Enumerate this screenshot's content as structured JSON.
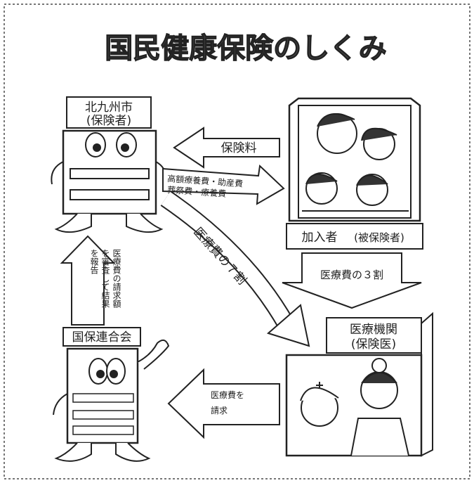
{
  "title": "国民健康保険のしくみ",
  "insurer": {
    "name": "北九州市",
    "role": "(保険者)"
  },
  "members": {
    "label": "加入者",
    "role": "(被保険者)"
  },
  "medical": {
    "name": "医療機関",
    "role": "(保険医)"
  },
  "federation": {
    "name": "国保連合会"
  },
  "flows": {
    "premium": "保険料",
    "benefits_line1": "高額療養費・助産費",
    "benefits_line2": "葬祭費・療養費",
    "seventy": "医療費の７割",
    "thirty": "医療費の３割",
    "claim_line1": "医療費を",
    "claim_line2": "請求",
    "report_col1": "医療費の請求額",
    "report_col2": "を審査して結果",
    "report_col3": "を報告"
  },
  "colors": {
    "line": "#222222",
    "title_fill": "#4a4a4a",
    "border": "#777777"
  }
}
